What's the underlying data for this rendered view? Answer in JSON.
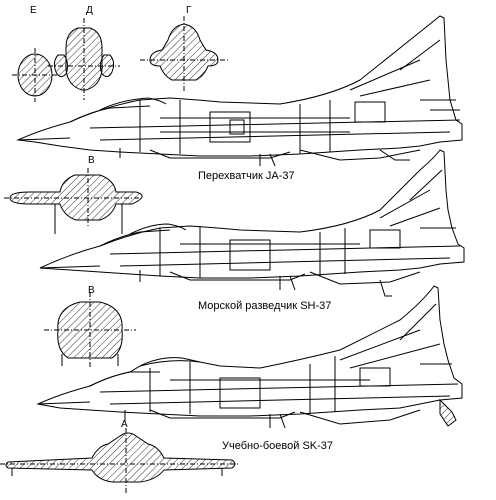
{
  "section_letters": {
    "e": "Е",
    "d": "Д",
    "g": "Г",
    "v1": "В",
    "v2": "В",
    "a": "А"
  },
  "captions": {
    "interceptor": "Перехватчик JA-37",
    "recon": "Морской разведчик SH-37",
    "trainer": "Учебно-боевой SK-37"
  },
  "colors": {
    "line": "#000000",
    "background": "#ffffff"
  }
}
